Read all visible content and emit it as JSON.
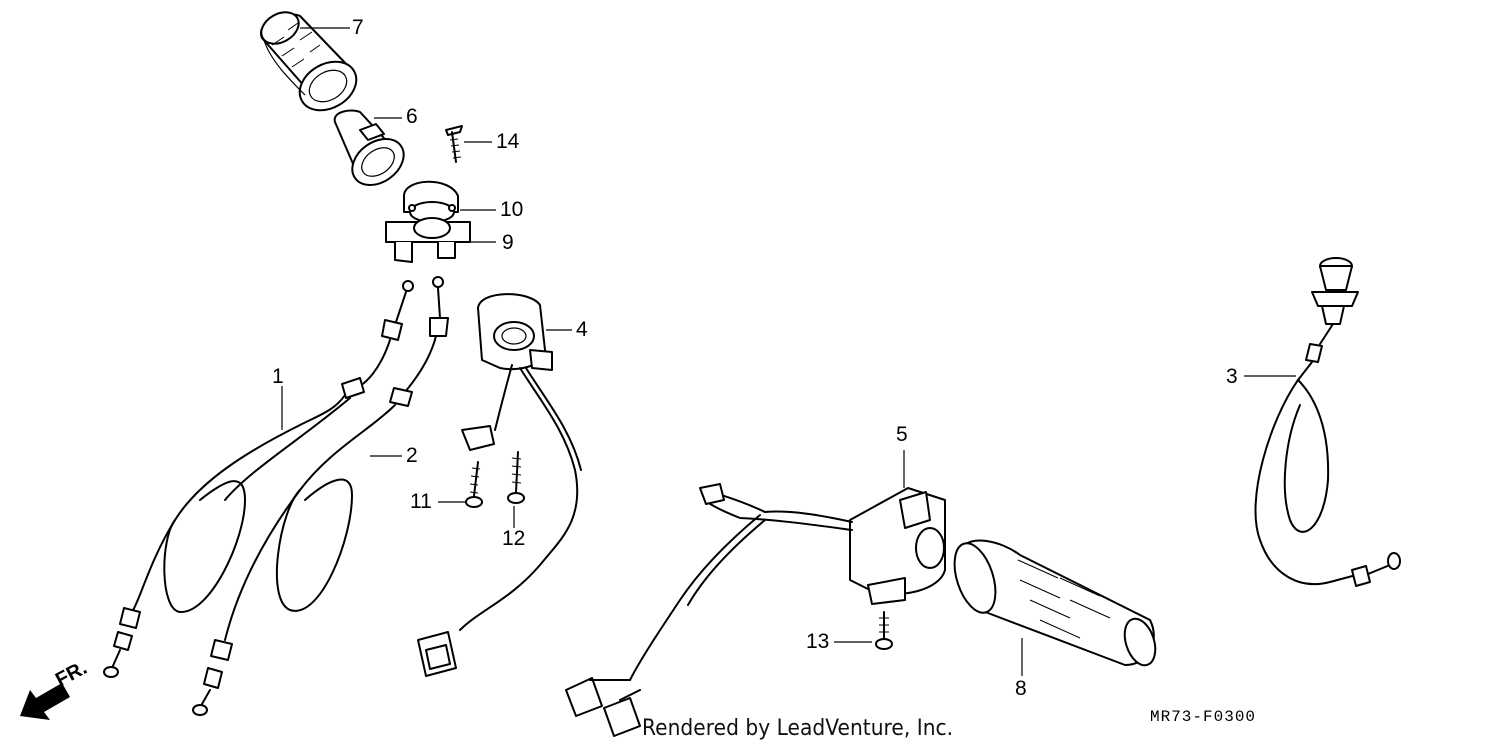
{
  "diagram": {
    "parts": [
      {
        "id": "1",
        "label": "1"
      },
      {
        "id": "2",
        "label": "2"
      },
      {
        "id": "3",
        "label": "3"
      },
      {
        "id": "4",
        "label": "4"
      },
      {
        "id": "5",
        "label": "5"
      },
      {
        "id": "6",
        "label": "6"
      },
      {
        "id": "7",
        "label": "7"
      },
      {
        "id": "8",
        "label": "8"
      },
      {
        "id": "9",
        "label": "9"
      },
      {
        "id": "10",
        "label": "10"
      },
      {
        "id": "11",
        "label": "11"
      },
      {
        "id": "12",
        "label": "12"
      },
      {
        "id": "13",
        "label": "13"
      },
      {
        "id": "14",
        "label": "14"
      }
    ],
    "direction_marker": "FR.",
    "diagram_code": "MR73-F0300",
    "credit": "Rendered by LeadVenture, Inc."
  }
}
